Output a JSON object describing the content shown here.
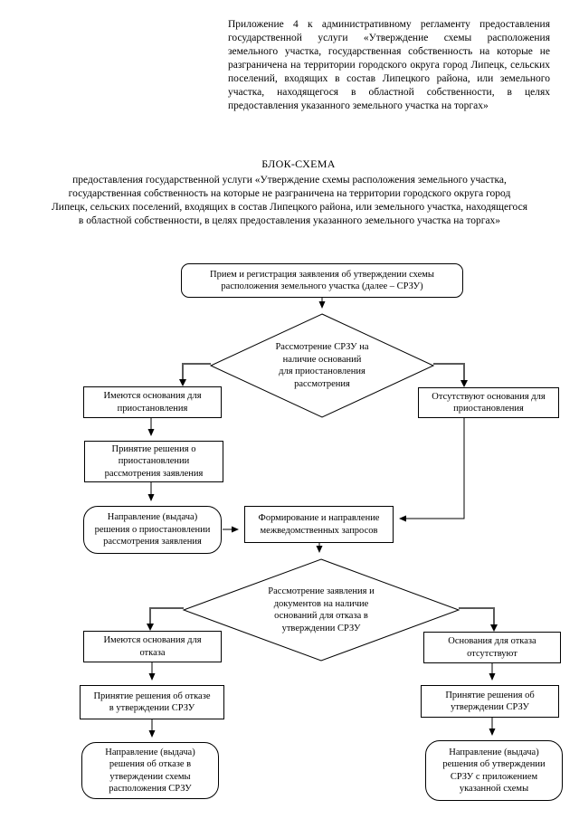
{
  "header": {
    "annex": "Приложение 4 к административному регламенту предоставления государственной услуги «Утверждение схемы расположения земельного участка, государственная собственность на которые не разграничена на территории городского округа город Липецк, сельских поселений, входящих в состав Липецкого района, или земельного участка, находящегося в областной собственности, в целях предоставления указанного земельного участка на торгах»",
    "title": "БЛОК-СХЕМА",
    "subtitle": "предоставления государственной услуги «Утверждение схемы расположения земельного участка, государственная собственность на которые не разграничена на территории городского округа город Липецк, сельских поселений, входящих в состав Липецкого района, или земельного участка, находящегося в областной собственности, в целях предоставления указанного земельного участка на торгах»"
  },
  "flowchart": {
    "nodes": {
      "start": "Прием и регистрация заявления об утверждении схемы\nрасположения земельного участка (далее – СРЗУ)",
      "review_suspension": "Рассмотрение СРЗУ на\nналичие оснований\nдля приостановления\nрассмотрения",
      "grounds_suspension_exist": "Имеются основания для\nприостановления",
      "grounds_suspension_absent": "Отсутствуют основания для\nприостановления",
      "decide_suspension": "Принятие решения о\nприостановлении\nрассмотрения заявления",
      "issue_suspension": "Направление (выдача)\nрешения о приостановлении\nрассмотрения заявления",
      "interagency_requests": "Формирование и направление\nмежведомственных запросов",
      "review_refusal": "Рассмотрение заявления и\nдокументов на наличие\nоснований для отказа в\nутверждении СРЗУ",
      "grounds_refusal_exist": "Имеются основания для\nотказа",
      "grounds_refusal_absent": "Основания для отказа\nотсутствуют",
      "decide_refusal": "Принятие решения об отказе\nв утверждении СРЗУ",
      "decide_approval": "Принятие решения об\nутверждении СРЗУ",
      "issue_refusal": "Направление (выдача)\nрешения об отказе в\nутверждении схемы\nрасположения СРЗУ",
      "issue_approval": "Направление (выдача)\nрешения об утверждении\nСРЗУ с приложением\nуказанной схемы"
    },
    "colors": {
      "line": "#000000",
      "elbow_connector": "#595959",
      "node_border": "#000000",
      "background": "#ffffff",
      "text": "#000000"
    }
  }
}
